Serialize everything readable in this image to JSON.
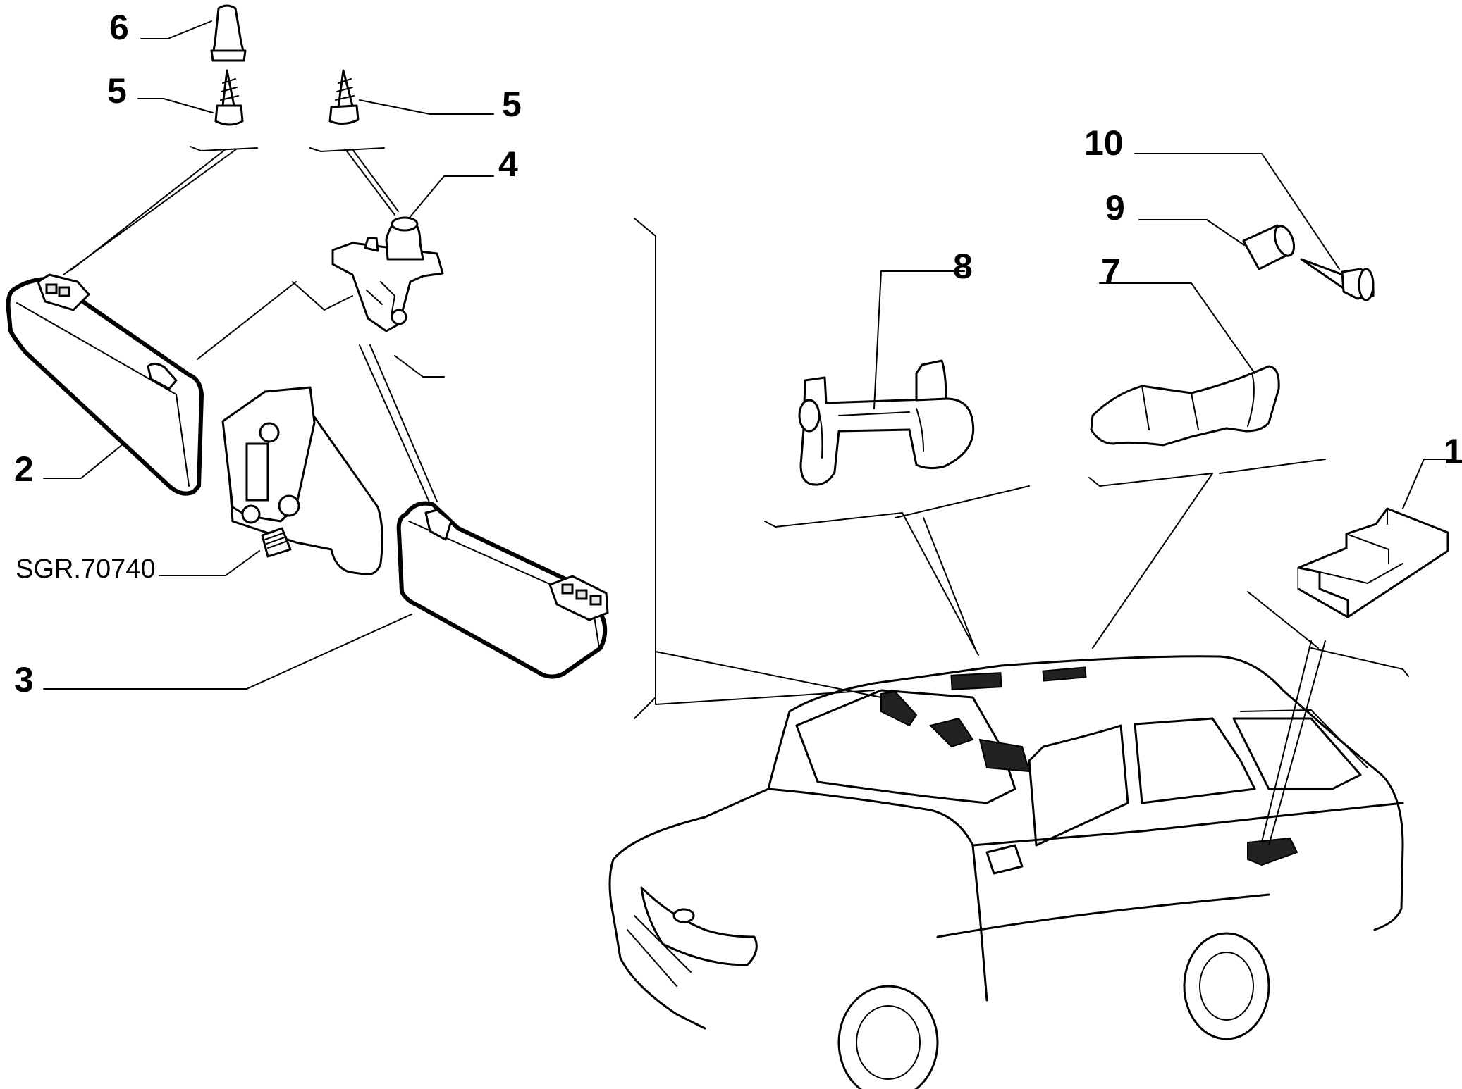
{
  "diagram": {
    "reference_code": "SGR.70740",
    "callouts": [
      {
        "id": "label-1",
        "text": "1"
      },
      {
        "id": "label-2",
        "text": "2"
      },
      {
        "id": "label-3",
        "text": "3"
      },
      {
        "id": "label-4",
        "text": "4"
      },
      {
        "id": "label-5a",
        "text": "5"
      },
      {
        "id": "label-5b",
        "text": "5"
      },
      {
        "id": "label-6",
        "text": "6"
      },
      {
        "id": "label-7",
        "text": "7"
      },
      {
        "id": "label-8",
        "text": "8"
      },
      {
        "id": "label-9",
        "text": "9"
      },
      {
        "id": "label-10",
        "text": "10"
      }
    ]
  }
}
